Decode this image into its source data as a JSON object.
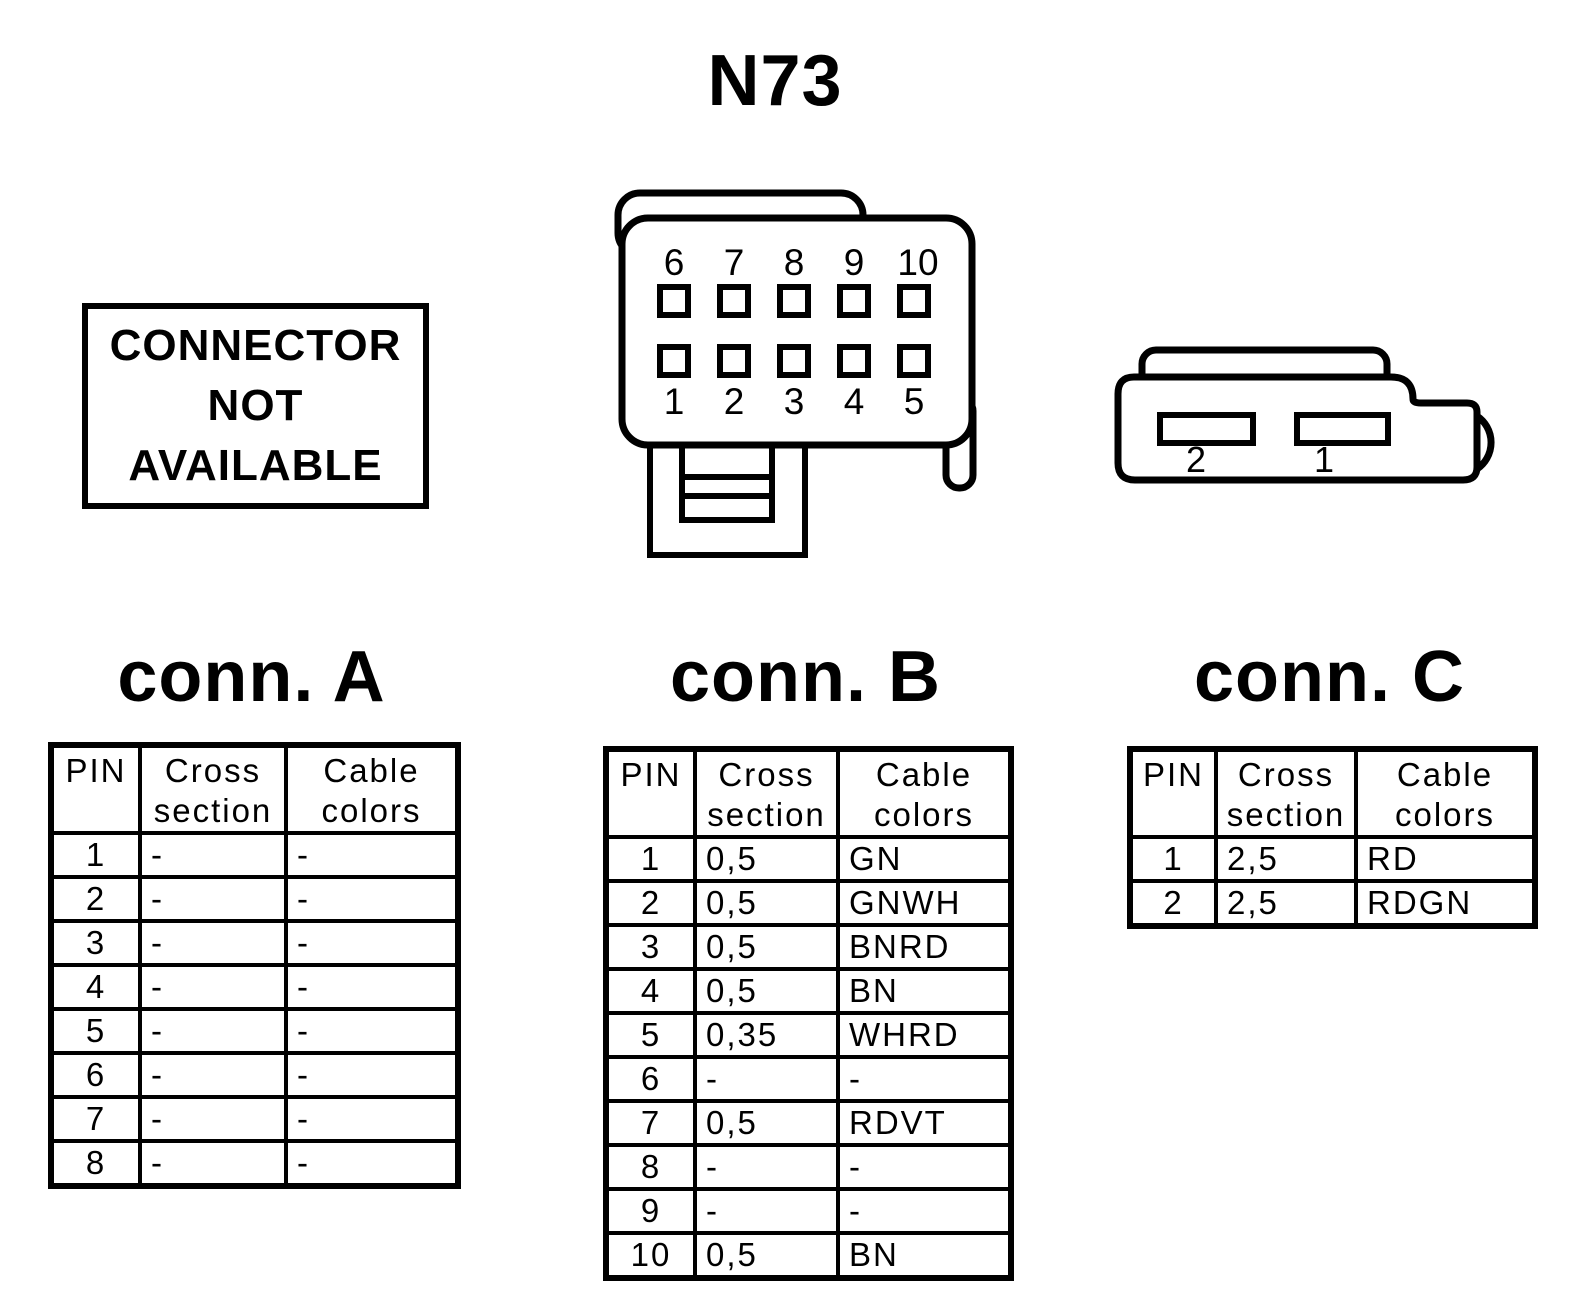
{
  "title": "N73",
  "notice": {
    "lines": [
      "CONNECTOR",
      "NOT",
      "AVAILABLE"
    ]
  },
  "connector_b_diagram": {
    "top_pin_labels": [
      "6",
      "7",
      "8",
      "9",
      "10"
    ],
    "bottom_pin_labels": [
      "1",
      "2",
      "3",
      "4",
      "5"
    ]
  },
  "connector_c_diagram": {
    "pin_labels": [
      "2",
      "1"
    ]
  },
  "tables": {
    "conn_a": {
      "heading": "conn. A",
      "headers": {
        "pin": "PIN",
        "cross": "Cross section",
        "colors": "Cable colors"
      },
      "rows": [
        {
          "pin": "1",
          "cross": "-",
          "colors": "-"
        },
        {
          "pin": "2",
          "cross": "-",
          "colors": "-"
        },
        {
          "pin": "3",
          "cross": "-",
          "colors": "-"
        },
        {
          "pin": "4",
          "cross": "-",
          "colors": "-"
        },
        {
          "pin": "5",
          "cross": "-",
          "colors": "-"
        },
        {
          "pin": "6",
          "cross": "-",
          "colors": "-"
        },
        {
          "pin": "7",
          "cross": "-",
          "colors": "-"
        },
        {
          "pin": "8",
          "cross": "-",
          "colors": "-"
        }
      ]
    },
    "conn_b": {
      "heading": "conn. B",
      "headers": {
        "pin": "PIN",
        "cross": "Cross section",
        "colors": "Cable colors"
      },
      "rows": [
        {
          "pin": "1",
          "cross": "0,5",
          "colors": "GN"
        },
        {
          "pin": "2",
          "cross": "0,5",
          "colors": "GNWH"
        },
        {
          "pin": "3",
          "cross": "0,5",
          "colors": "BNRD"
        },
        {
          "pin": "4",
          "cross": "0,5",
          "colors": "BN"
        },
        {
          "pin": "5",
          "cross": "0,35",
          "colors": "WHRD"
        },
        {
          "pin": "6",
          "cross": "-",
          "colors": "-"
        },
        {
          "pin": "7",
          "cross": "0,5",
          "colors": "RDVT"
        },
        {
          "pin": "8",
          "cross": "-",
          "colors": "-"
        },
        {
          "pin": "9",
          "cross": "-",
          "colors": "-"
        },
        {
          "pin": "10",
          "cross": "0,5",
          "colors": "BN"
        }
      ]
    },
    "conn_c": {
      "heading": "conn. C",
      "headers": {
        "pin": "PIN",
        "cross": "Cross section",
        "colors": "Cable colors"
      },
      "rows": [
        {
          "pin": "1",
          "cross": "2,5",
          "colors": "RD"
        },
        {
          "pin": "2",
          "cross": "2,5",
          "colors": "RDGN"
        }
      ]
    }
  },
  "colors": {
    "ink": "#000000",
    "paper": "#ffffff"
  }
}
